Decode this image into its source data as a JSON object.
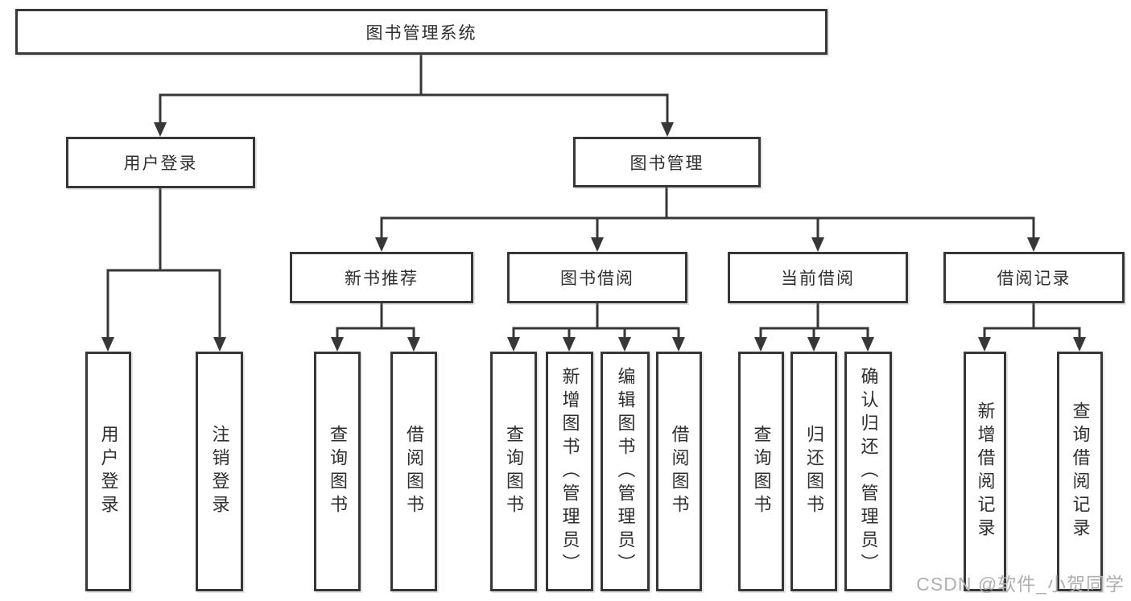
{
  "diagram_title": "图书管理系统",
  "nodes": {
    "root": "图书管理系统",
    "l2": {
      "user_login": "用户登录",
      "book_mgmt": "图书管理"
    },
    "l3": {
      "new_book_rec": "新书推荐",
      "book_borrow": "图书借阅",
      "current_borrow": "当前借阅",
      "borrow_records": "借阅记录"
    },
    "leaves": {
      "login_user_login": "用户登录",
      "login_logout": "注销登录",
      "rec_query_book": "查询图书",
      "rec_borrow_book": "借阅图书",
      "bor_query_book": "查询图书",
      "bor_add_book": "新增图书（管理员）",
      "bor_edit_book": "编辑图书（管理员）",
      "bor_borrow_book": "借阅图书",
      "cur_query_book": "查询图书",
      "cur_return_book": "归还图书",
      "cur_confirm_return": "确认归还（管理员）",
      "rcd_add_record": "新增借阅记录",
      "rcd_query_record": "查询借阅记录"
    }
  },
  "watermark": "CSDN @软件_小贺同学",
  "colors": {
    "line": "#373737",
    "text": "#2f2f2f",
    "box_border": "#373737",
    "background": "#ffffff",
    "watermark": "#b0b0b0"
  }
}
